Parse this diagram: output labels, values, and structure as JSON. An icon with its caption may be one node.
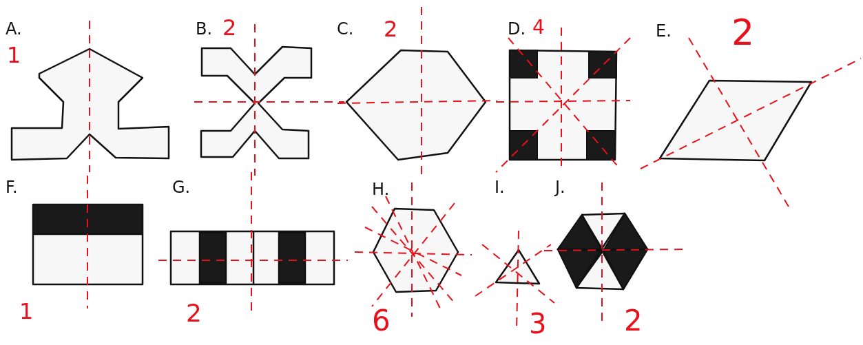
{
  "diagram": {
    "labels": [
      "A.",
      "1",
      "B.",
      "2",
      "C.",
      "2",
      "D.",
      "4",
      "E.",
      "2",
      "F.",
      "G.",
      "H.",
      "I.",
      "J.",
      "1",
      "2",
      "6",
      "3",
      "2"
    ]
  }
}
